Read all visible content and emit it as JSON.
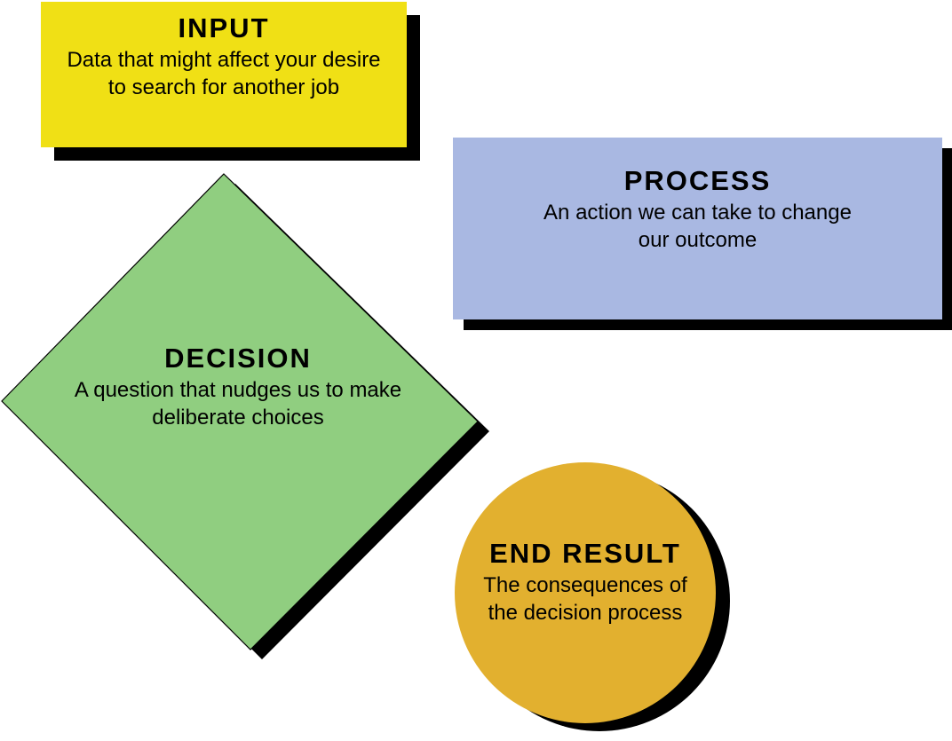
{
  "background_color": "#FFFFFF",
  "shadow_color": "#000000",
  "text_color": "#000000",
  "nodes": {
    "input": {
      "shape": "rectangle",
      "label": "INPUT",
      "line1": "Data that might affect your desire",
      "line2": "to search for another job",
      "color": "#F0E015"
    },
    "process": {
      "shape": "rectangle",
      "label": "PROCESS",
      "line1": "An action we can take to change",
      "line2": "our outcome",
      "color": "#A9B8E2"
    },
    "decision": {
      "shape": "diamond",
      "label": "DECISION",
      "line1": "A question that nudges us to make",
      "line2": "deliberate choices",
      "color": "#90CE80"
    },
    "end_result": {
      "shape": "circle",
      "label": "END RESULT",
      "line1": "The consequences of",
      "line2": "the decision process",
      "color": "#E2B02F"
    }
  }
}
